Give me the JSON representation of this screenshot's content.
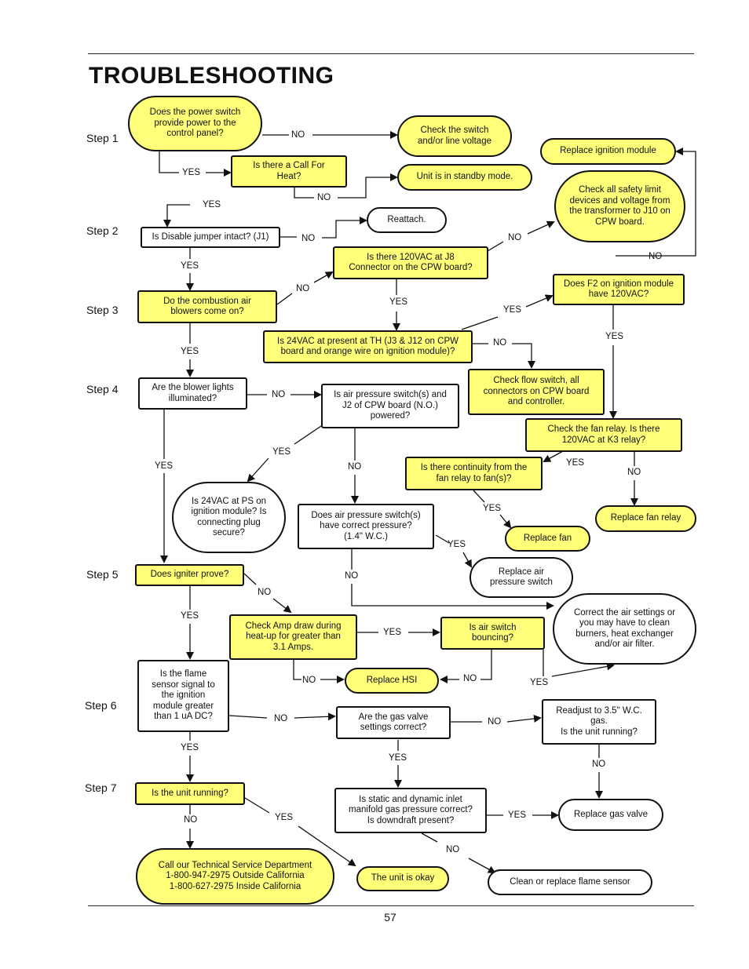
{
  "title": "TROUBLESHOOTING",
  "page_number": "57",
  "steps": {
    "s1": "Step 1",
    "s2": "Step 2",
    "s3": "Step 3",
    "s4": "Step 4",
    "s5": "Step 5",
    "s6": "Step 6",
    "s7": "Step 7"
  },
  "nodes": {
    "power_switch": "Does the power switch\nprovide power to the\ncontrol panel?",
    "check_switch": "Check the switch\nand/or line voltage",
    "replace_ignition": "Replace ignition module",
    "call_for_heat": "Is there a Call For\nHeat?",
    "standby": "Unit is in standby mode.",
    "safety_limit": "Check all safety limit\ndevices and voltage from\nthe transformer to J10 on\nCPW board.",
    "disable_jumper": "Is Disable jumper intact? (J1)",
    "reattach": "Reattach.",
    "vac_j8": "Is there 120VAC at J8\nConnector on the CPW board?",
    "f2_ignition": "Does F2 on ignition module\nhave 120VAC?",
    "blowers_on": "Do the combustion air\nblowers come on?",
    "vac24_th": "Is 24VAC at present at TH (J3 & J12 on CPW\nboard and orange wire on ignition module)?",
    "check_flow": "Check flow switch, all\nconnectors on CPW board\nand controller.",
    "blower_lights": "Are the blower lights\nilluminated?",
    "ap_powered": "Is air pressure switch(s) and\nJ2 of CPW board (N.O.)\npowered?",
    "fan_relay": "Check the fan relay. Is there\n120VAC at K3 relay?",
    "continuity": "Is there continuity from the\nfan relay to fan(s)?",
    "vac24_ps": "Is 24VAC at PS on\nignition module? Is\nconnecting plug\nsecure?",
    "ap_correct": "Does air pressure switch(s)\nhave correct pressure?\n(1.4\" W.C.)",
    "replace_fan_relay": "Replace fan relay",
    "replace_fan": "Replace fan",
    "replace_aps": "Replace air\npressure switch",
    "igniter_prove": "Does igniter prove?",
    "correct_air": "Correct the air settings or\nyou may have to clean\nburners, heat exchanger\nand/or air filter.",
    "amp_draw": "Check Amp draw during\nheat-up for greater than\n3.1 Amps.",
    "switch_bouncing": "Is air switch\nbouncing?",
    "replace_hsi": "Replace HSI",
    "flame_signal": "Is the flame\nsensor signal to\nthe ignition\nmodule greater\nthan 1 uA DC?",
    "gas_valve_ok": "Are the gas valve\nsettings correct?",
    "readjust": "Readjust to 3.5\" W.C.\ngas.\nIs the unit running?",
    "unit_running": "Is the unit running?",
    "static_dynamic": "Is static and dynamic inlet\nmanifold gas pressure correct?\nIs downdraft present?",
    "replace_gas_valve": "Replace gas valve",
    "call_tech": "Call our Technical Service Department\n1-800-947-2975 Outside California\n1-800-627-2975 Inside California",
    "unit_okay": "The unit is okay",
    "clean_flame": "Clean or replace flame sensor"
  },
  "labels": {
    "no": "NO",
    "yes": "YES"
  }
}
